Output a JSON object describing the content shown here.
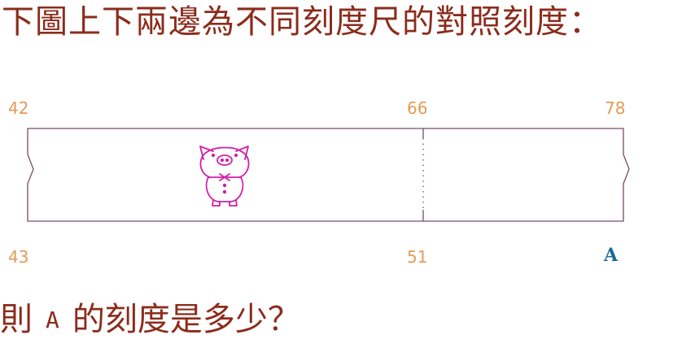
{
  "heading": "下圖上下兩邊為不同刻度尺的對照刻度：",
  "scale": {
    "top": {
      "left": "42",
      "middle": "66",
      "right": "78"
    },
    "bottom": {
      "left": "43",
      "middle": "51",
      "right": "A"
    }
  },
  "question": {
    "before": "則",
    "variable": "A",
    "after": "的刻度是多少？"
  },
  "colors": {
    "heading": "#8b2c1c",
    "numbers": "#e59a55",
    "unknown": "#1a6a9a",
    "outline": "#7a4a6a",
    "pig": "#d020a8"
  }
}
